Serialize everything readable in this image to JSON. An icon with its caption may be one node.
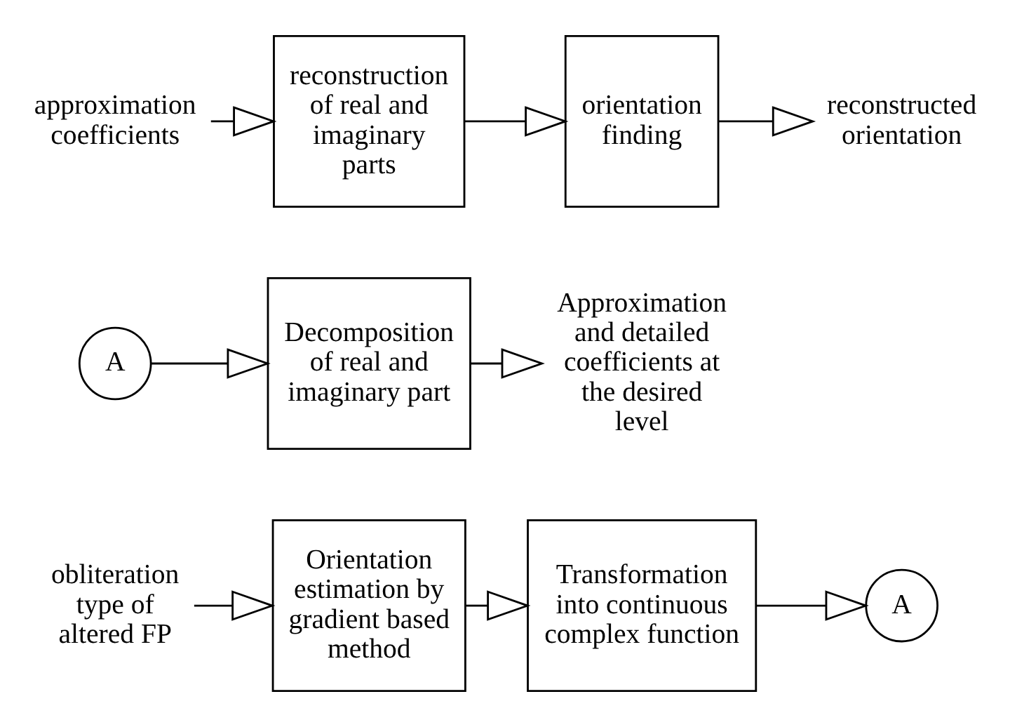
{
  "diagram": {
    "nodes": [
      {
        "text": [
          "obliteration type of altered FP"
        ]
      },
      {
        "text": [
          "Orientation estimation by gradient based method"
        ]
      },
      {
        "text": [
          "Transformation into continuous complex function"
        ]
      },
      {
        "text": [
          "A"
        ]
      },
      {
        "text": [
          "A"
        ]
      },
      {
        "text": [
          "Decomposition of real and imaginary part"
        ]
      },
      {
        "text": [
          "Approximation and detailed coefficients at the desired level"
        ]
      },
      {
        "text": [
          "approximation coefficients"
        ]
      },
      {
        "text": [
          "reconstruction of real and imaginary parts"
        ]
      },
      {
        "text": [
          "orientation finding"
        ]
      },
      {
        "text": [
          "reconstructed orientation"
        ]
      }
    ],
    "edges": [
      {
        "from": 0,
        "to": 1,
        "arrow": "to"
      },
      {
        "from": 1,
        "to": 2,
        "arrow": "to"
      },
      {
        "from": 2,
        "to": 3,
        "arrow": "to"
      },
      {
        "from": 4,
        "to": 5,
        "arrow": "to"
      },
      {
        "from": 5,
        "to": 6,
        "arrow": "to"
      },
      {
        "from": 7,
        "to": 8,
        "arrow": "to"
      },
      {
        "from": 8,
        "to": 9,
        "arrow": "to"
      },
      {
        "from": 9,
        "to": 10,
        "arrow": "to"
      }
    ]
  }
}
